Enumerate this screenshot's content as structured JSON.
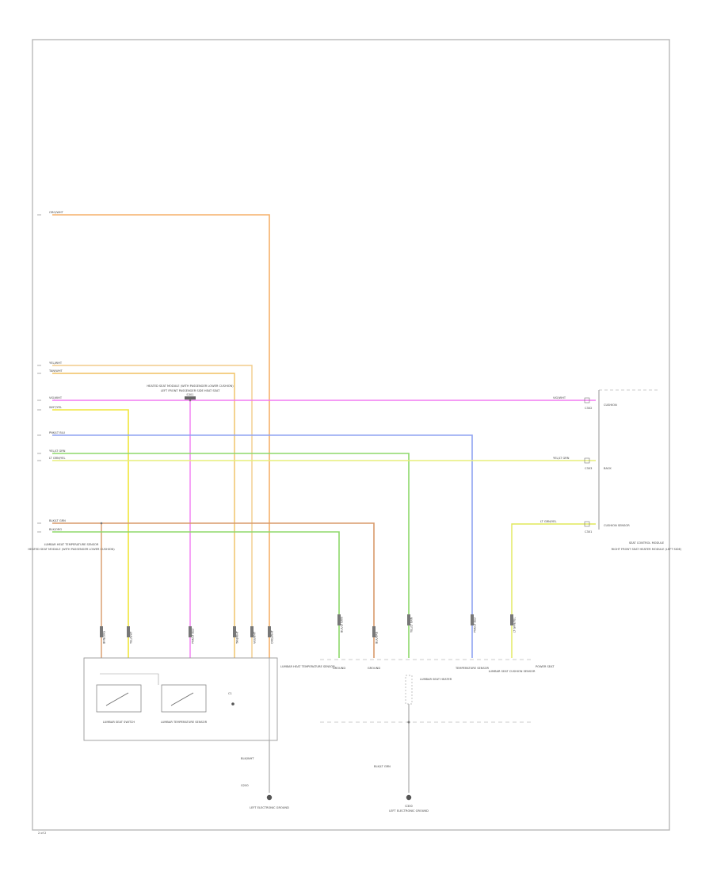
{
  "diagram": {
    "page_number": "2 of 2",
    "colors": {
      "orange": "#f5b06a",
      "tan": "#f2cc8a",
      "magenta": "#f27af2",
      "yellow": "#f0e63a",
      "blue": "#8fa3f2",
      "green": "#8ed86a",
      "brown": "#d89a6a",
      "frame": "#b8b8b8"
    },
    "left_wire_labels": [
      {
        "id": "w1",
        "text": "ORG/WHT"
      },
      {
        "id": "w2",
        "text": "YEL/WHT"
      },
      {
        "id": "w3",
        "text": "TAN/WHT"
      },
      {
        "id": "w4",
        "text": "VIO/WHT"
      },
      {
        "id": "w5",
        "text": "WHT/YEL"
      },
      {
        "id": "w6",
        "text": "PNK/LT BLU"
      },
      {
        "id": "w7",
        "text": "YEL/LT GRN"
      },
      {
        "id": "w8",
        "text": "LT GRN/YEL"
      },
      {
        "id": "w9",
        "text": "BLK/LT GRN"
      },
      {
        "id": "w10",
        "text": "BLK/ORG"
      }
    ],
    "splice_label": "LEFT FRONT PASSENGER SIDE HEAT SEAT",
    "splice_code": "S301",
    "note_label": "HEATED SEAT MODULE (WITH PASSENGER LOWER CUSHION)",
    "module_right": {
      "pin_labels": [
        "C302",
        "C303",
        "C301"
      ],
      "wire_labels": [
        "VIO/WHT",
        "YEL/LT GRN",
        "LT GRN/YEL"
      ],
      "function_labels": [
        "CUSHION",
        "BACK",
        "CUSHION SENSOR",
        "SEAT CONTROL MODULE"
      ],
      "caption": "RIGHT FRONT SEAT HEATER MODULE (LEFT SIDE)"
    },
    "module_left": {
      "caption": "LUMBAR HEAT TEMPERATURE SENSOR",
      "elements": [
        "LUMBAR SEAT SWITCH",
        "LUMBAR TEMPERATURE SENSOR"
      ],
      "pin_label": "C1"
    },
    "bottom_right_items": [
      "GROUND",
      "GROUND",
      "LUMBAR SEAT HEATER",
      "TEMPERATURE SENSOR",
      "LUMBAR SEAT CUSHION SENSOR",
      "POWER SEAT"
    ],
    "grounds": [
      {
        "wire": "BLK/WHT",
        "code": "G200",
        "label": "LEFT ELECTRONIC GROUND"
      },
      {
        "wire": "BLK/LT GRN",
        "code": "G300",
        "label": "LEFT ELECTRONIC GROUND"
      }
    ],
    "vertical_wire_labels": [
      "BRN/ORG",
      "YEL/WHT",
      "PNK/LT BLU",
      "TAN/WHT",
      "VIO/WHT",
      "ORG/WHT",
      "BLK/LT GRN",
      "BLK/ORG",
      "YEL/LT GRN",
      "PNK/LT BLU",
      "LT GRN/YEL"
    ]
  }
}
